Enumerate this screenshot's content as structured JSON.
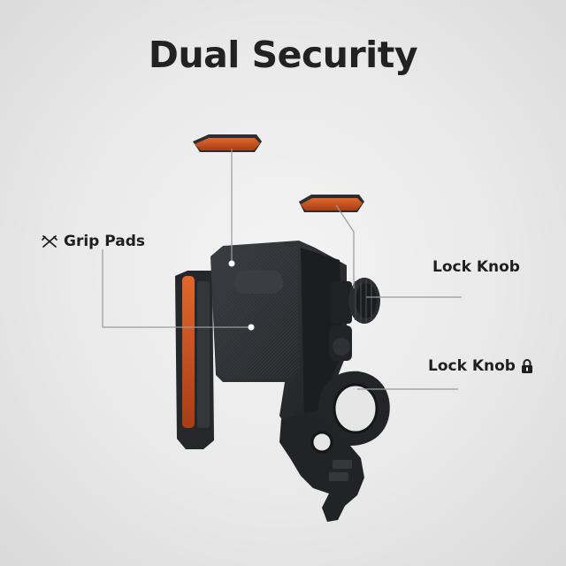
{
  "title": "Dual Security",
  "callouts": {
    "grip_pads": {
      "label": "Grip Pads",
      "icon": "crossed-tools-icon"
    },
    "lock_knob_top": {
      "label": "Lock Knob"
    },
    "lock_knob_bottom": {
      "label": "Lock Knob",
      "icon": "padlock-icon"
    }
  },
  "colors": {
    "pad_orange": "#c8501e",
    "holder_body": "#2b2d31",
    "leader_line": "#9a9a9a",
    "text": "#1e1e1e"
  }
}
